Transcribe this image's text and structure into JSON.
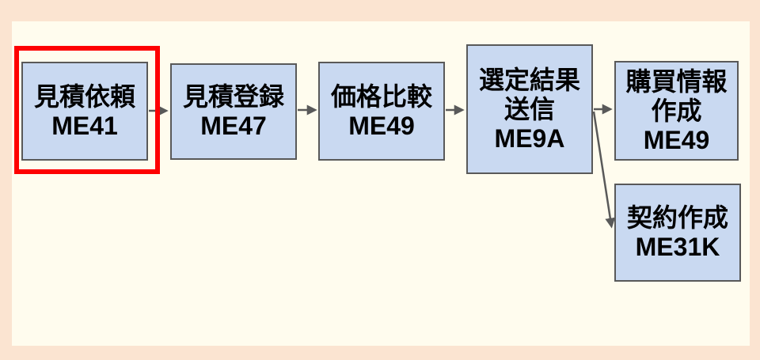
{
  "diagram": {
    "nodes": [
      {
        "id": "me41",
        "lines": [
          "見積依頼",
          "ME41"
        ],
        "highlighted": true
      },
      {
        "id": "me47",
        "lines": [
          "見積登録",
          "ME47"
        ],
        "highlighted": false
      },
      {
        "id": "me49a",
        "lines": [
          "価格比較",
          "ME49"
        ],
        "highlighted": false
      },
      {
        "id": "me9a",
        "lines": [
          "選定結果",
          "送信",
          "ME9A"
        ],
        "highlighted": false
      },
      {
        "id": "me49b",
        "lines": [
          "購買情報",
          "作成",
          "ME49"
        ],
        "highlighted": false
      },
      {
        "id": "me31k",
        "lines": [
          "契約作成",
          "ME31K"
        ],
        "highlighted": false
      }
    ],
    "edges": [
      {
        "from": "ME41",
        "to": "ME47"
      },
      {
        "from": "ME47",
        "to": "ME49"
      },
      {
        "from": "ME49",
        "to": "ME9A"
      },
      {
        "from": "ME9A",
        "to": "ME49"
      },
      {
        "from": "ME9A",
        "to": "ME31K"
      }
    ],
    "colors": {
      "background": "#fbe4d1",
      "panel": "#fffcee",
      "node_fill": "#c9d9f1",
      "node_border": "#595959",
      "arrow": "#595959",
      "highlight": "#fe0101",
      "text": "#000000"
    }
  }
}
